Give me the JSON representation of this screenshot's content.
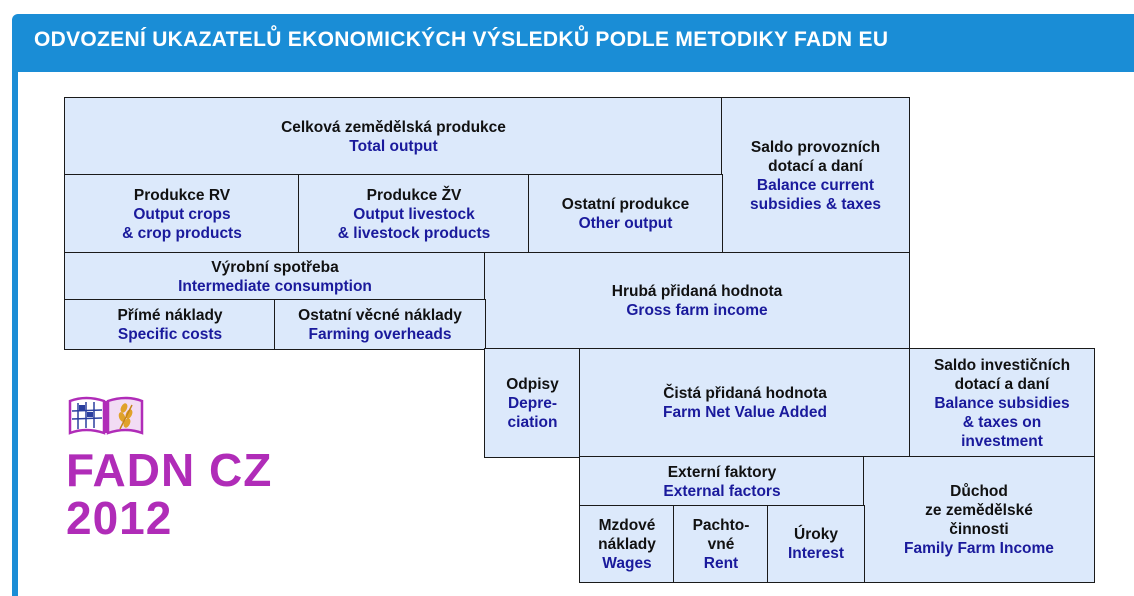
{
  "header": {
    "title": "ODVOZENÍ UKAZATELŮ EKONOMICKÝCH VÝSLEDKŮ PODLE METODIKY FADN EU"
  },
  "boxes": {
    "total_output": {
      "cz": "Celková zemědělská produkce",
      "en": "Total  output"
    },
    "balance_current": {
      "cz": "Saldo provozních\ndotací a daní",
      "en": "Balance current\nsubsidies & taxes"
    },
    "output_crops": {
      "cz": "Produkce RV",
      "en": "Output crops\n& crop products"
    },
    "output_livestock": {
      "cz": "Produkce ŽV",
      "en": "Output livestock\n& livestock products"
    },
    "other_output": {
      "cz": "Ostatní produkce",
      "en": "Other output"
    },
    "intermediate": {
      "cz": "Výrobní spotřeba",
      "en": "Intermediate consumption"
    },
    "gross_income": {
      "cz": "Hrubá přidaná hodnota",
      "en": "Gross farm income"
    },
    "specific_costs": {
      "cz": "Přímé náklady",
      "en": "Specific costs"
    },
    "farming_overheads": {
      "cz": "Ostatní věcné náklady",
      "en": "Farming overheads"
    },
    "depreciation": {
      "cz": "Odpisy",
      "en": "Depre-\nciation"
    },
    "net_value_added": {
      "cz": "Čistá přidaná hodnota",
      "en": "Farm Net Value Added"
    },
    "balance_investment": {
      "cz": "Saldo investičních\ndotací a daní",
      "en": "Balance subsidies\n& taxes on\ninvestment"
    },
    "external_factors": {
      "cz": "Externí faktory",
      "en": "External factors"
    },
    "family_income": {
      "cz": "Důchod\nze zemědělské\nčinnosti",
      "en": "Family Farm Income"
    },
    "wages": {
      "cz": "Mzdové\nnáklady",
      "en": "Wages"
    },
    "rent": {
      "cz": "Pachto-\nvné",
      "en": "Rent"
    },
    "interest": {
      "cz": "Úroky",
      "en": "Interest"
    }
  },
  "logo": {
    "title": "FADN CZ",
    "year": "2012"
  },
  "colors": {
    "header": "#1a8dd6",
    "box_fill": "#dce9fb",
    "english_text": "#1a1a9c",
    "logo": "#b02cb8"
  }
}
